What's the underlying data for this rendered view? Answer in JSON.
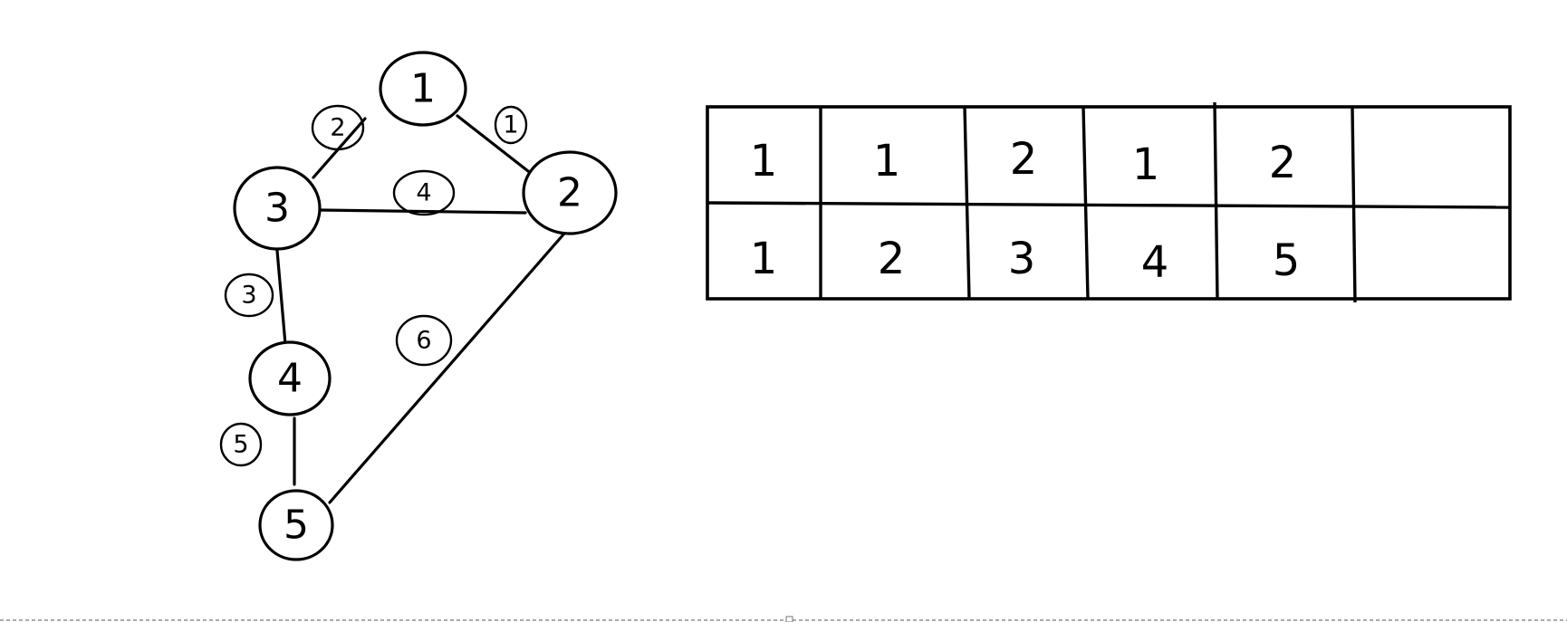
{
  "graph": {
    "nodes": [
      {
        "id": "1",
        "label": "1"
      },
      {
        "id": "2",
        "label": "2"
      },
      {
        "id": "3",
        "label": "3"
      },
      {
        "id": "4",
        "label": "4"
      },
      {
        "id": "5",
        "label": "5"
      }
    ],
    "edges": [
      {
        "from": "1",
        "to": "3",
        "weight": "2"
      },
      {
        "from": "1",
        "to": "2",
        "weight": "1"
      },
      {
        "from": "3",
        "to": "2",
        "weight": "4"
      },
      {
        "from": "3",
        "to": "4",
        "weight": "3"
      },
      {
        "from": "2",
        "to": "5",
        "weight": "6"
      },
      {
        "from": "4",
        "to": "5",
        "weight": "5"
      }
    ]
  },
  "table": {
    "rows": [
      [
        "1",
        "1",
        "2",
        "1",
        "2",
        ""
      ],
      [
        "1",
        "2",
        "3",
        "4",
        "5",
        ""
      ]
    ]
  }
}
